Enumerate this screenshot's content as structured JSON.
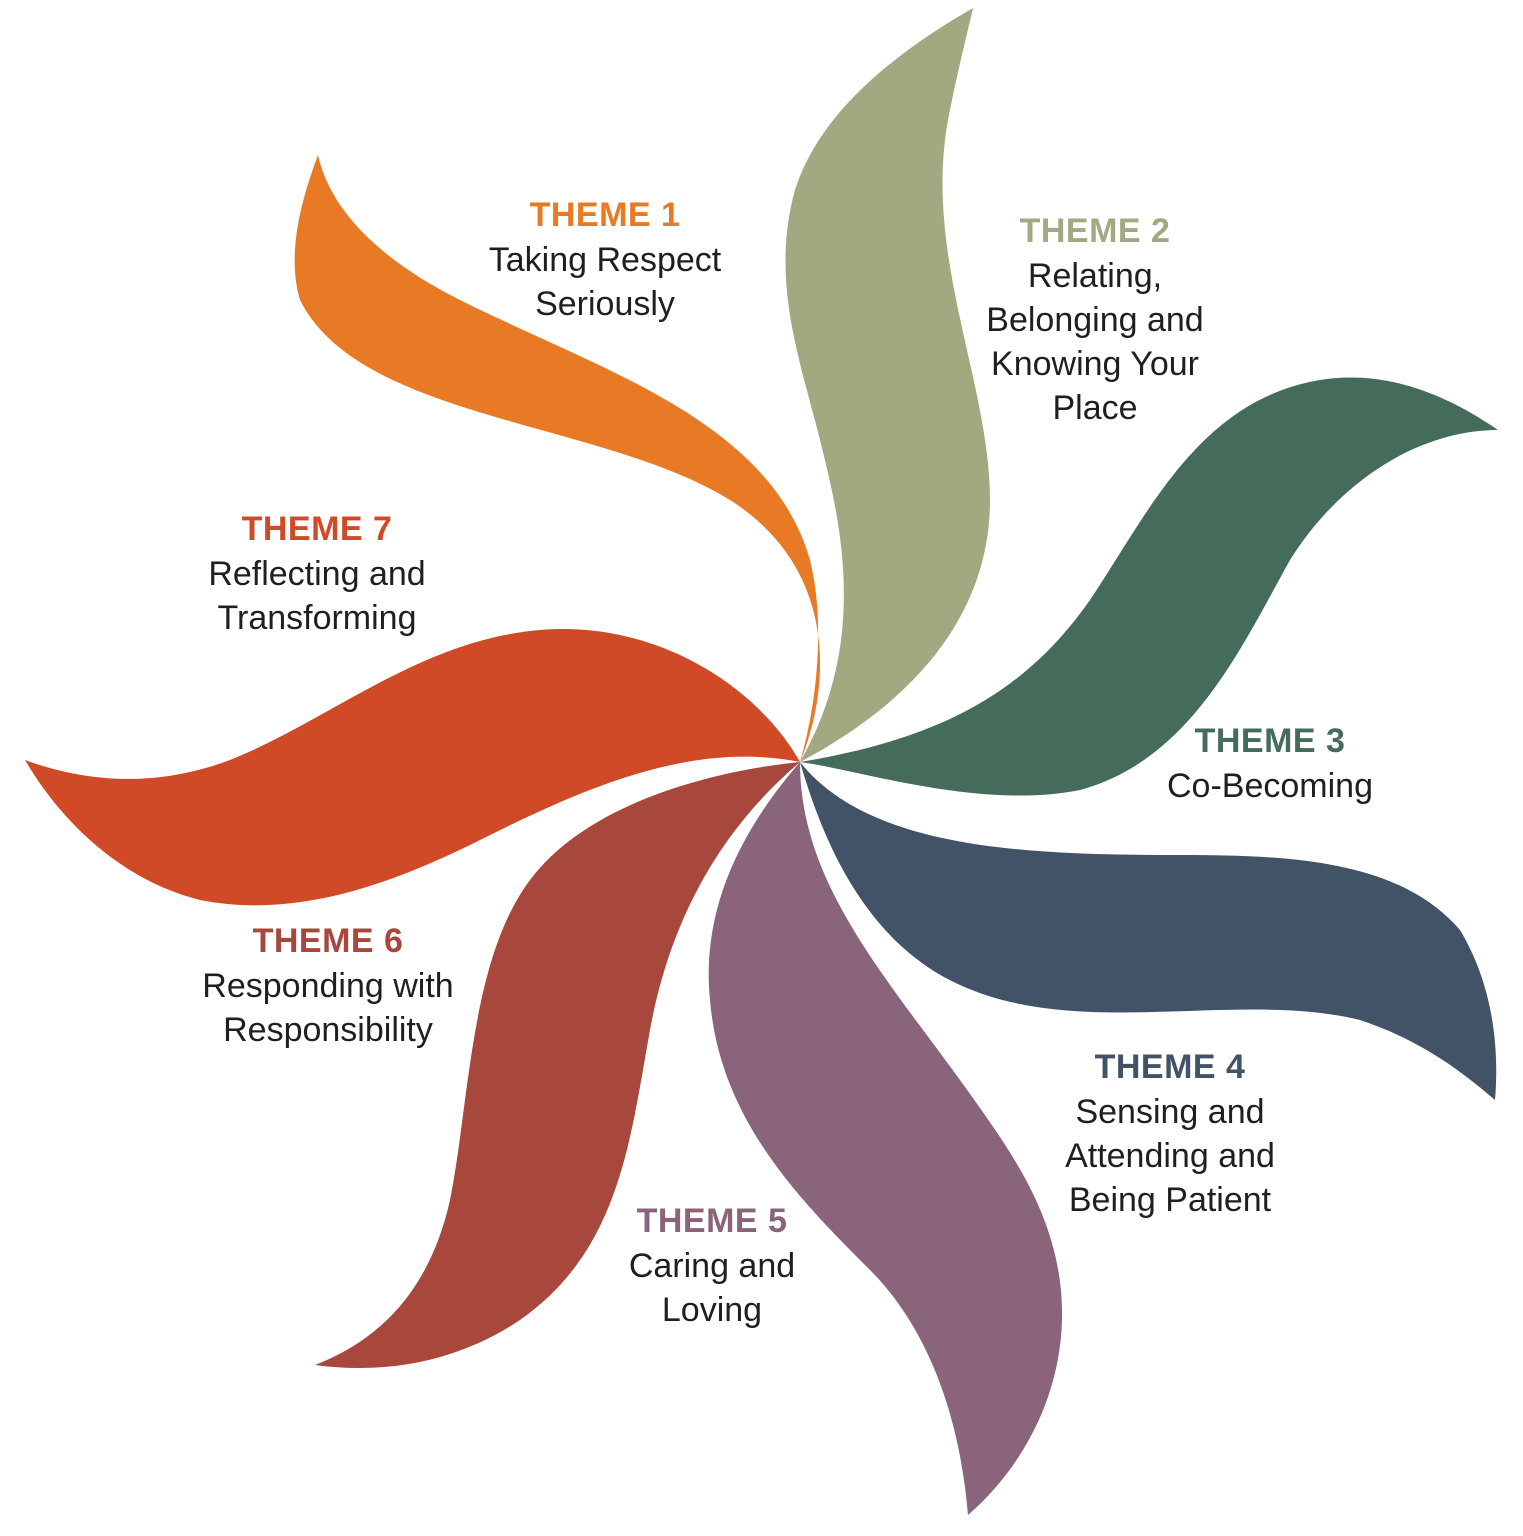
{
  "themes": [
    {
      "label": "THEME 1",
      "text": "Taking Respect\nSeriously",
      "color": "#E87A25"
    },
    {
      "label": "THEME 2",
      "text": "Relating,\nBelonging and\nKnowing Your\nPlace",
      "color": "#A2A880"
    },
    {
      "label": "THEME 3",
      "text": "Co-Becoming",
      "color": "#456B5B"
    },
    {
      "label": "THEME 4",
      "text": "Sensing and\nAttending and\nBeing Patient",
      "color": "#435367"
    },
    {
      "label": "THEME 5",
      "text": "Caring and\nLoving",
      "color": "#89647A"
    },
    {
      "label": "THEME 6",
      "text": "Responding with\nResponsibility",
      "color": "#A8473C"
    },
    {
      "label": "THEME 7",
      "text": "Reflecting and\nTransforming",
      "color": "#D14A27"
    }
  ]
}
